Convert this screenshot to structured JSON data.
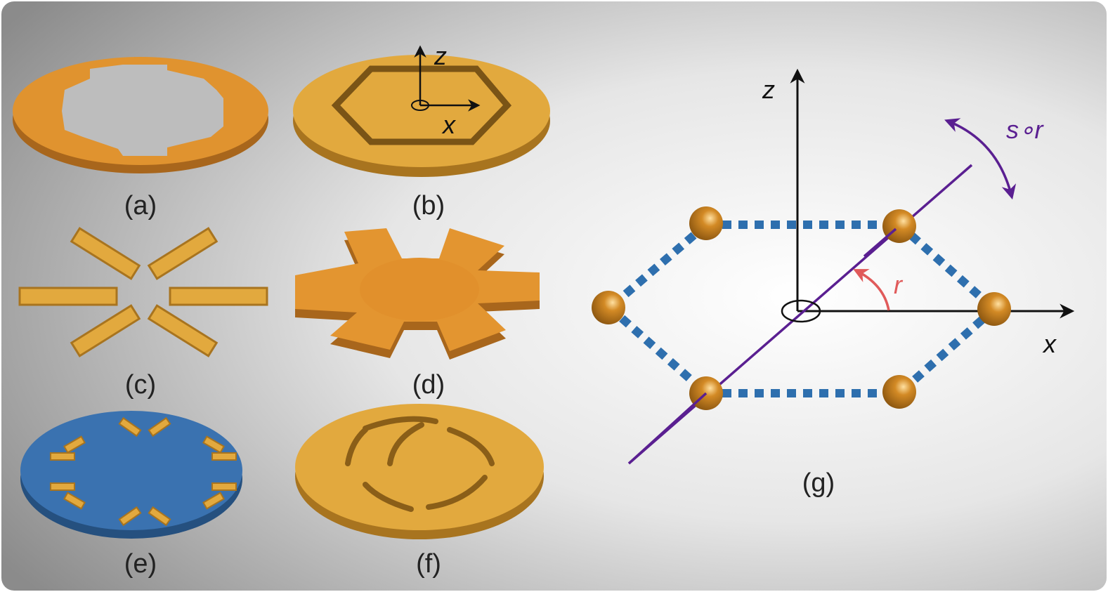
{
  "panels": {
    "a": "(a)",
    "b": "(b)",
    "c": "(c)",
    "d": "(d)",
    "e": "(e)",
    "f": "(f)",
    "g": "(g)"
  },
  "axes": {
    "z": "z",
    "x": "x"
  },
  "annotations": {
    "rotation": "r",
    "screw_rotation": "s∘r"
  },
  "colors": {
    "gold": "#e0a53a",
    "orange": "#e39530",
    "blue": "#3a72b0",
    "chain_blue": "#2e6fae",
    "purple": "#5a1f91",
    "red": "#e05a5a",
    "sphere": "#c8821f"
  }
}
